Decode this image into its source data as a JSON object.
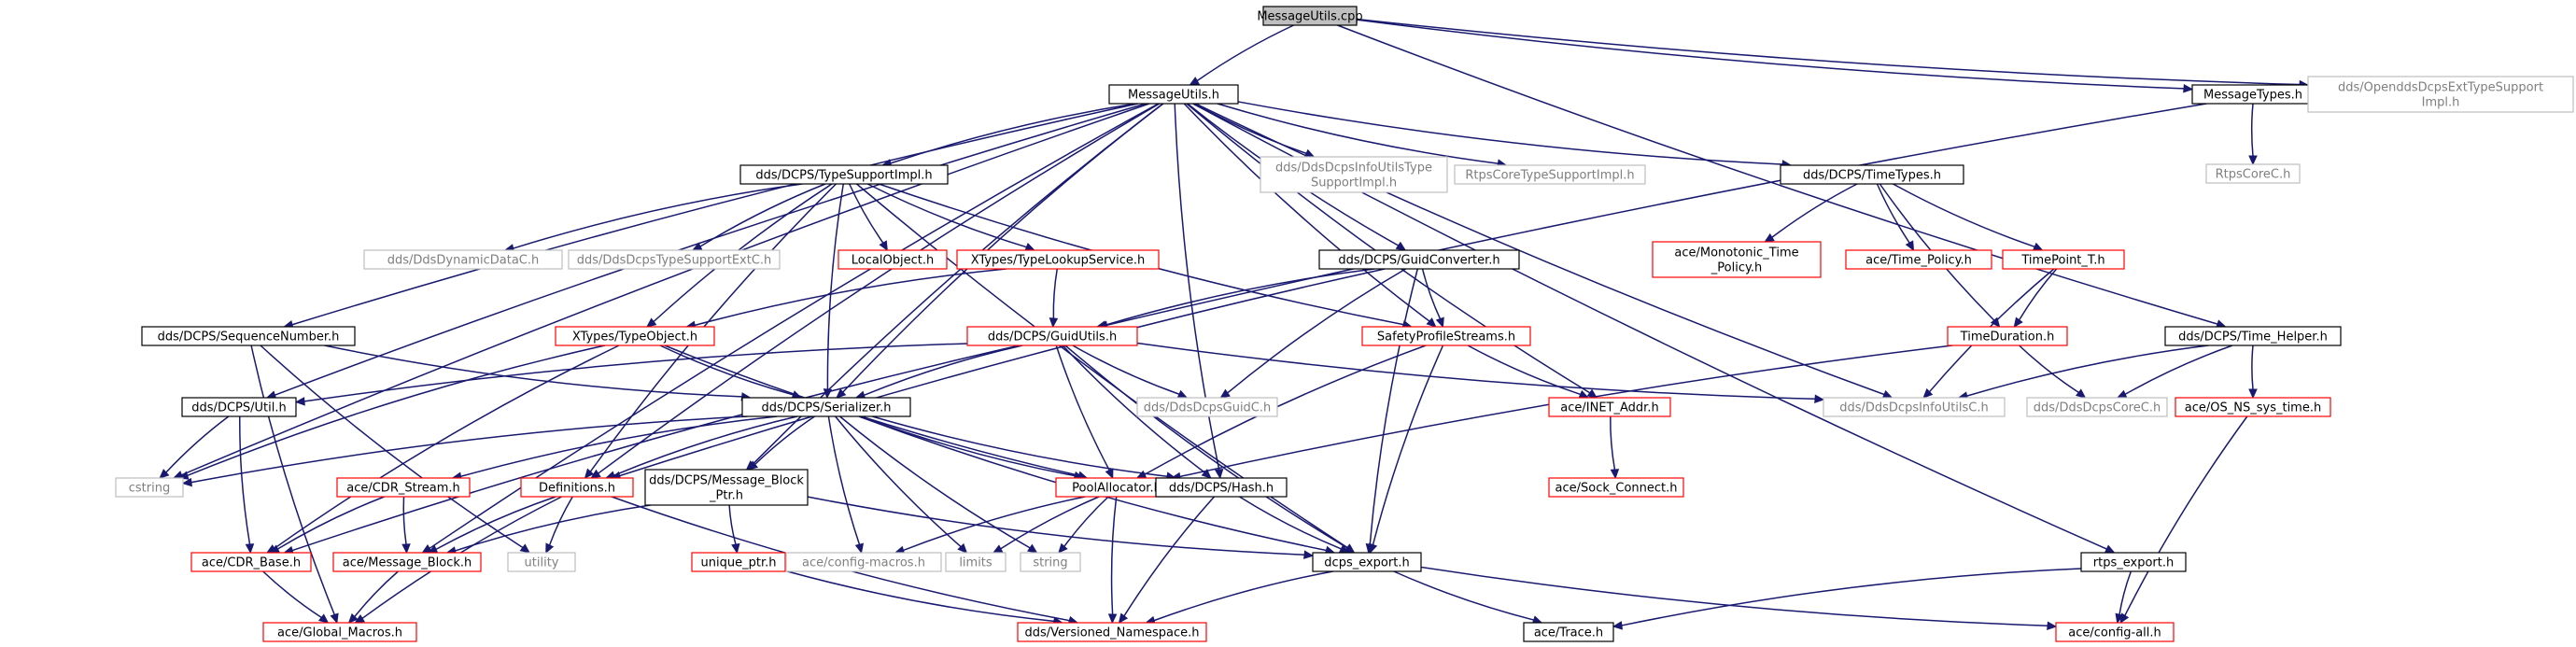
{
  "colors": {
    "edge": "#191970",
    "root_fill": "#bfbfbf",
    "normal_border": "#000000",
    "link_border": "#ff0000",
    "external_border": "#bfbfbf",
    "external_text": "#7f7f7f",
    "text": "#000000"
  },
  "nodes": [
    {
      "id": "root",
      "lines": [
        "MessageUtils.cpp"
      ],
      "kind": "root"
    },
    {
      "id": "mu_h",
      "lines": [
        "MessageUtils.h"
      ],
      "kind": "normal"
    },
    {
      "id": "msgtypes",
      "lines": [
        "MessageTypes.h"
      ],
      "kind": "normal"
    },
    {
      "id": "opendds_ext",
      "lines": [
        "dds/OpenddsDcpsExtTypeSupport",
        "Impl.h"
      ],
      "kind": "external"
    },
    {
      "id": "rtpscorec",
      "lines": [
        "RtpsCoreC.h"
      ],
      "kind": "external"
    },
    {
      "id": "tsimpl",
      "lines": [
        "dds/DCPS/TypeSupportImpl.h"
      ],
      "kind": "normal"
    },
    {
      "id": "infoutils_ts",
      "lines": [
        "dds/DdsDcpsInfoUtilsType",
        "SupportImpl.h"
      ],
      "kind": "external"
    },
    {
      "id": "rtpscore_ts",
      "lines": [
        "RtpsCoreTypeSupportImpl.h"
      ],
      "kind": "external"
    },
    {
      "id": "timetypes",
      "lines": [
        "dds/DCPS/TimeTypes.h"
      ],
      "kind": "normal"
    },
    {
      "id": "dyndata",
      "lines": [
        "dds/DdsDynamicDataC.h"
      ],
      "kind": "external"
    },
    {
      "id": "tsextc",
      "lines": [
        "dds/DdsDcpsTypeSupportExtC.h"
      ],
      "kind": "external"
    },
    {
      "id": "localobj",
      "lines": [
        "LocalObject.h"
      ],
      "kind": "link"
    },
    {
      "id": "typelookup",
      "lines": [
        "XTypes/TypeLookupService.h"
      ],
      "kind": "link"
    },
    {
      "id": "guidconv",
      "lines": [
        "dds/DCPS/GuidConverter.h"
      ],
      "kind": "normal"
    },
    {
      "id": "mono_time",
      "lines": [
        "ace/Monotonic_Time",
        "_Policy.h"
      ],
      "kind": "link"
    },
    {
      "id": "time_policy",
      "lines": [
        "ace/Time_Policy.h"
      ],
      "kind": "link"
    },
    {
      "id": "timepoint",
      "lines": [
        "TimePoint_T.h"
      ],
      "kind": "link"
    },
    {
      "id": "seqnum",
      "lines": [
        "dds/DCPS/SequenceNumber.h"
      ],
      "kind": "normal"
    },
    {
      "id": "typeobj",
      "lines": [
        "XTypes/TypeObject.h"
      ],
      "kind": "link"
    },
    {
      "id": "guidutils",
      "lines": [
        "dds/DCPS/GuidUtils.h"
      ],
      "kind": "link"
    },
    {
      "id": "safety",
      "lines": [
        "SafetyProfileStreams.h"
      ],
      "kind": "link"
    },
    {
      "id": "timeduration",
      "lines": [
        "TimeDuration.h"
      ],
      "kind": "link"
    },
    {
      "id": "timehelper",
      "lines": [
        "dds/DCPS/Time_Helper.h"
      ],
      "kind": "normal"
    },
    {
      "id": "util",
      "lines": [
        "dds/DCPS/Util.h"
      ],
      "kind": "normal"
    },
    {
      "id": "serializer",
      "lines": [
        "dds/DCPS/Serializer.h"
      ],
      "kind": "normal"
    },
    {
      "id": "guidc",
      "lines": [
        "dds/DdsDcpsGuidC.h"
      ],
      "kind": "external"
    },
    {
      "id": "inetaddr",
      "lines": [
        "ace/INET_Addr.h"
      ],
      "kind": "link"
    },
    {
      "id": "infoutilsc",
      "lines": [
        "dds/DdsDcpsInfoUtilsC.h"
      ],
      "kind": "external"
    },
    {
      "id": "corec",
      "lines": [
        "dds/DdsDcpsCoreC.h"
      ],
      "kind": "external"
    },
    {
      "id": "osns",
      "lines": [
        "ace/OS_NS_sys_time.h"
      ],
      "kind": "link"
    },
    {
      "id": "cstring",
      "lines": [
        "cstring"
      ],
      "kind": "external"
    },
    {
      "id": "cdrstream",
      "lines": [
        "ace/CDR_Stream.h"
      ],
      "kind": "link"
    },
    {
      "id": "definitions",
      "lines": [
        "Definitions.h"
      ],
      "kind": "link"
    },
    {
      "id": "mbptr",
      "lines": [
        "dds/DCPS/Message_Block",
        "_Ptr.h"
      ],
      "kind": "normal"
    },
    {
      "id": "poolalloc",
      "lines": [
        "PoolAllocator.h"
      ],
      "kind": "link"
    },
    {
      "id": "hash",
      "lines": [
        "dds/DCPS/Hash.h"
      ],
      "kind": "normal"
    },
    {
      "id": "sockconn",
      "lines": [
        "ace/Sock_Connect.h"
      ],
      "kind": "link"
    },
    {
      "id": "cdrbase",
      "lines": [
        "ace/CDR_Base.h"
      ],
      "kind": "link"
    },
    {
      "id": "msgblock",
      "lines": [
        "ace/Message_Block.h"
      ],
      "kind": "link"
    },
    {
      "id": "utility",
      "lines": [
        "utility"
      ],
      "kind": "external"
    },
    {
      "id": "uniqueptr",
      "lines": [
        "unique_ptr.h"
      ],
      "kind": "link"
    },
    {
      "id": "cfgmacros",
      "lines": [
        "ace/config-macros.h"
      ],
      "kind": "external"
    },
    {
      "id": "limits",
      "lines": [
        "limits"
      ],
      "kind": "external"
    },
    {
      "id": "string",
      "lines": [
        "string"
      ],
      "kind": "external"
    },
    {
      "id": "dcpsexport",
      "lines": [
        "dcps_export.h"
      ],
      "kind": "normal"
    },
    {
      "id": "rtpsexport",
      "lines": [
        "rtps_export.h"
      ],
      "kind": "normal"
    },
    {
      "id": "globalmacros",
      "lines": [
        "ace/Global_Macros.h"
      ],
      "kind": "link"
    },
    {
      "id": "versioned",
      "lines": [
        "dds/Versioned_Namespace.h"
      ],
      "kind": "link"
    },
    {
      "id": "trace",
      "lines": [
        "ace/Trace.h"
      ],
      "kind": "normal"
    },
    {
      "id": "configall",
      "lines": [
        "ace/config-all.h"
      ],
      "kind": "link"
    }
  ],
  "edges": [
    [
      "root",
      "mu_h"
    ],
    [
      "root",
      "msgtypes"
    ],
    [
      "root",
      "opendds_ext"
    ],
    [
      "root",
      "timehelper"
    ],
    [
      "msgtypes",
      "rtpscorec"
    ],
    [
      "msgtypes",
      "guidutils"
    ],
    [
      "mu_h",
      "tsimpl"
    ],
    [
      "mu_h",
      "infoutils_ts"
    ],
    [
      "mu_h",
      "rtpscore_ts"
    ],
    [
      "mu_h",
      "timetypes"
    ],
    [
      "mu_h",
      "guidconv"
    ],
    [
      "mu_h",
      "seqnum"
    ],
    [
      "mu_h",
      "util"
    ],
    [
      "mu_h",
      "cstring"
    ],
    [
      "mu_h",
      "msgblock"
    ],
    [
      "mu_h",
      "serializer"
    ],
    [
      "mu_h",
      "mbptr"
    ],
    [
      "mu_h",
      "safety"
    ],
    [
      "mu_h",
      "inetaddr"
    ],
    [
      "mu_h",
      "infoutilsc"
    ],
    [
      "mu_h",
      "hash"
    ],
    [
      "mu_h",
      "rtpsexport"
    ],
    [
      "mu_h",
      "definitions"
    ],
    [
      "tsimpl",
      "dyndata"
    ],
    [
      "tsimpl",
      "tsextc"
    ],
    [
      "tsimpl",
      "localobj"
    ],
    [
      "tsimpl",
      "typelookup"
    ],
    [
      "tsimpl",
      "typeobj"
    ],
    [
      "tsimpl",
      "serializer"
    ],
    [
      "tsimpl",
      "dcpsexport"
    ],
    [
      "tsimpl",
      "safety"
    ],
    [
      "tsimpl",
      "definitions"
    ],
    [
      "typelookup",
      "typeobj"
    ],
    [
      "typelookup",
      "guidutils"
    ],
    [
      "guidconv",
      "guidutils"
    ],
    [
      "guidconv",
      "safety"
    ],
    [
      "guidconv",
      "guidc"
    ],
    [
      "guidconv",
      "dcpsexport"
    ],
    [
      "guidconv",
      "definitions"
    ],
    [
      "timetypes",
      "mono_time"
    ],
    [
      "timetypes",
      "time_policy"
    ],
    [
      "timetypes",
      "timepoint"
    ],
    [
      "timetypes",
      "timeduration"
    ],
    [
      "timepoint",
      "timeduration"
    ],
    [
      "timepoint",
      "infoutilsc"
    ],
    [
      "seqnum",
      "serializer"
    ],
    [
      "seqnum",
      "utility"
    ],
    [
      "seqnum",
      "globalmacros"
    ],
    [
      "typeobj",
      "serializer"
    ],
    [
      "typeobj",
      "poolalloc"
    ],
    [
      "typeobj",
      "cdrbase"
    ],
    [
      "typeobj",
      "cstring"
    ],
    [
      "guidutils",
      "serializer"
    ],
    [
      "guidutils",
      "util"
    ],
    [
      "guidutils",
      "guidc"
    ],
    [
      "guidutils",
      "infoutilsc"
    ],
    [
      "guidutils",
      "poolalloc"
    ],
    [
      "guidutils",
      "hash"
    ],
    [
      "guidutils",
      "dcpsexport"
    ],
    [
      "guidutils",
      "cdrbase"
    ],
    [
      "safety",
      "inetaddr"
    ],
    [
      "safety",
      "poolalloc"
    ],
    [
      "safety",
      "dcpsexport"
    ],
    [
      "timeduration",
      "corec"
    ],
    [
      "timeduration",
      "poolalloc"
    ],
    [
      "timehelper",
      "infoutilsc"
    ],
    [
      "timehelper",
      "corec"
    ],
    [
      "timehelper",
      "osns"
    ],
    [
      "util",
      "cstring"
    ],
    [
      "util",
      "cdrbase"
    ],
    [
      "serializer",
      "cdrstream"
    ],
    [
      "serializer",
      "definitions"
    ],
    [
      "serializer",
      "mbptr"
    ],
    [
      "serializer",
      "poolalloc"
    ],
    [
      "serializer",
      "cfgmacros"
    ],
    [
      "serializer",
      "limits"
    ],
    [
      "serializer",
      "string"
    ],
    [
      "serializer",
      "dcpsexport"
    ],
    [
      "serializer",
      "cstring"
    ],
    [
      "serializer",
      "hash"
    ],
    [
      "inetaddr",
      "sockconn"
    ],
    [
      "osns",
      "configall"
    ],
    [
      "cdrstream",
      "cdrbase"
    ],
    [
      "cdrstream",
      "msgblock"
    ],
    [
      "definitions",
      "msgblock"
    ],
    [
      "definitions",
      "utility"
    ],
    [
      "definitions",
      "globalmacros"
    ],
    [
      "definitions",
      "versioned"
    ],
    [
      "mbptr",
      "uniqueptr"
    ],
    [
      "mbptr",
      "msgblock"
    ],
    [
      "mbptr",
      "dcpsexport"
    ],
    [
      "poolalloc",
      "cfgmacros"
    ],
    [
      "poolalloc",
      "limits"
    ],
    [
      "poolalloc",
      "string"
    ],
    [
      "poolalloc",
      "versioned"
    ],
    [
      "hash",
      "dcpsexport"
    ],
    [
      "hash",
      "versioned"
    ],
    [
      "cdrbase",
      "globalmacros"
    ],
    [
      "msgblock",
      "globalmacros"
    ],
    [
      "uniqueptr",
      "versioned"
    ],
    [
      "dcpsexport",
      "versioned"
    ],
    [
      "dcpsexport",
      "trace"
    ],
    [
      "dcpsexport",
      "configall"
    ],
    [
      "rtpsexport",
      "trace"
    ],
    [
      "rtpsexport",
      "configall"
    ]
  ]
}
